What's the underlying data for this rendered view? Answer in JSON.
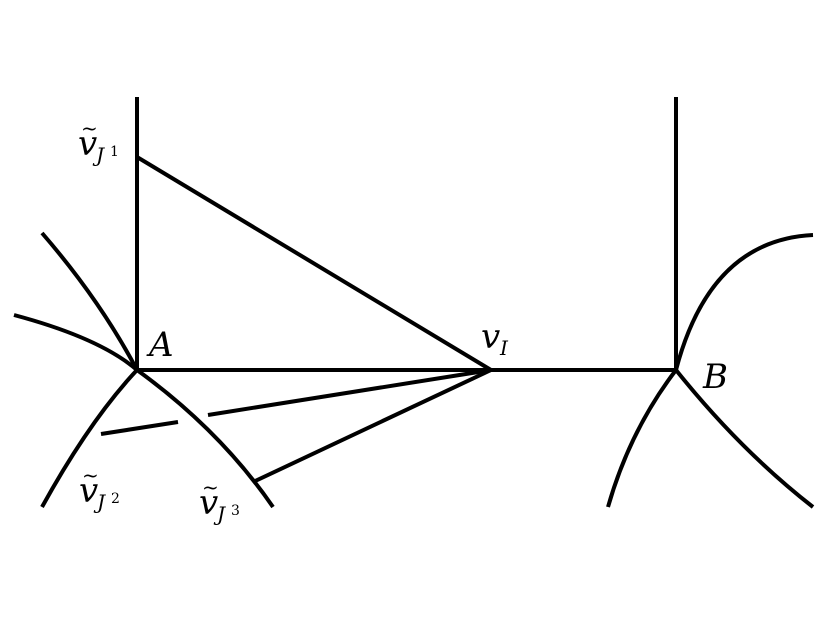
{
  "labels": {
    "point_a": "A",
    "point_b": "B",
    "v_symbol": "v",
    "tilde": "~",
    "vertex_i_subscript": "I",
    "vertex_j_subscript": "J",
    "vertex_j1_superscript": "1",
    "vertex_j2_superscript": "2",
    "vertex_j3_superscript": "3"
  },
  "colors": {
    "line": "#000000",
    "background": "#ffffff"
  }
}
